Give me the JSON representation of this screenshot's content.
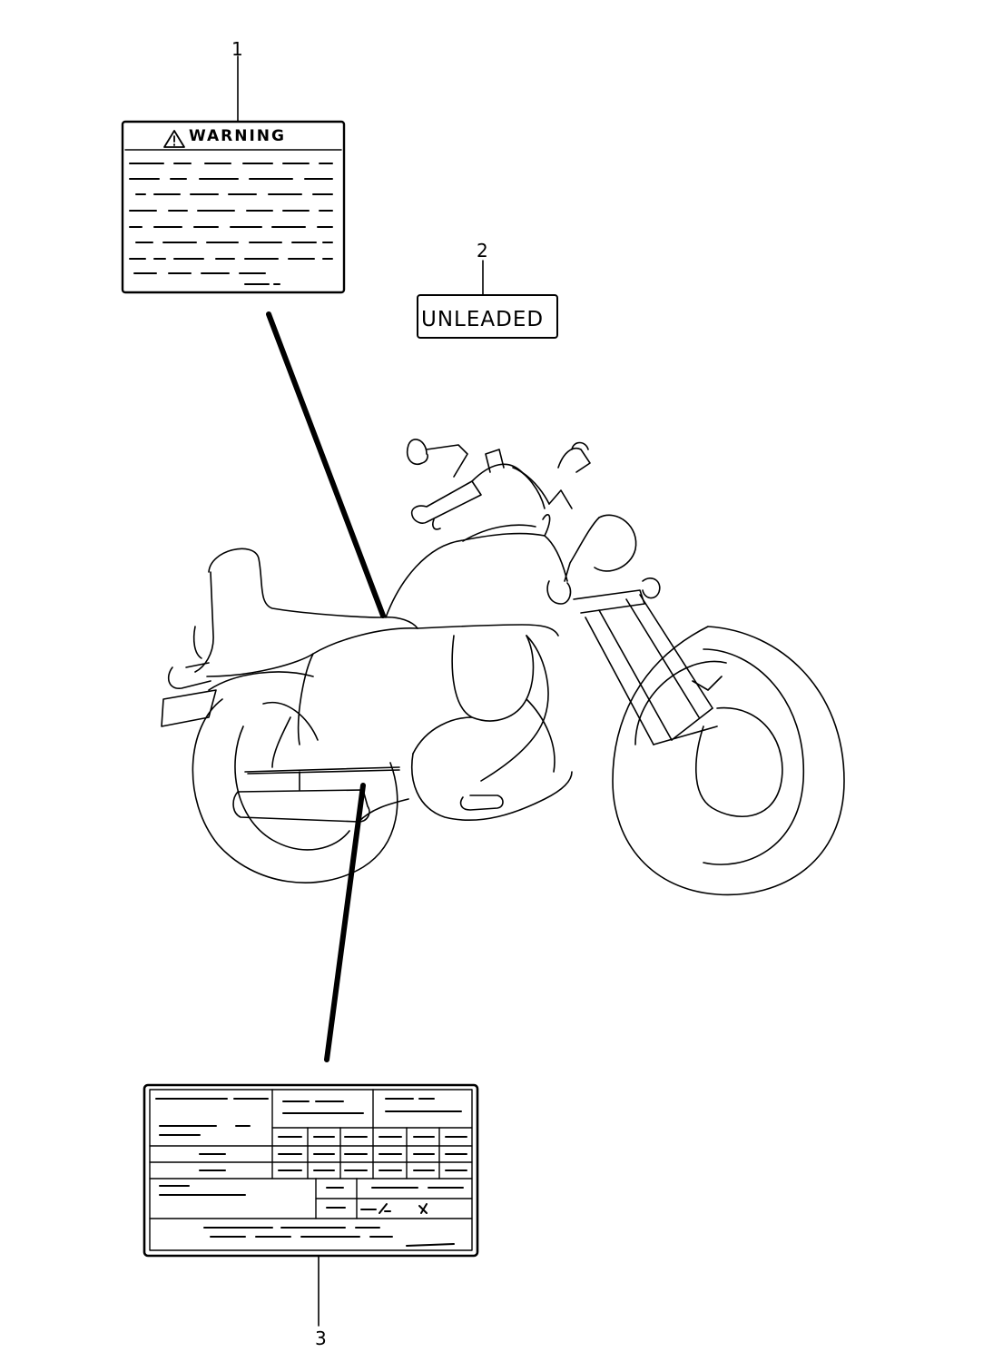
{
  "callouts": {
    "item1": "1",
    "item2": "2",
    "item3": "3"
  },
  "labels": {
    "warning_title": "WARNING",
    "unleaded": "UNLEADED"
  },
  "icons": {
    "warning_triangle": "warning-triangle-icon"
  },
  "colors": {
    "ink": "#000000",
    "paper": "#ffffff"
  }
}
